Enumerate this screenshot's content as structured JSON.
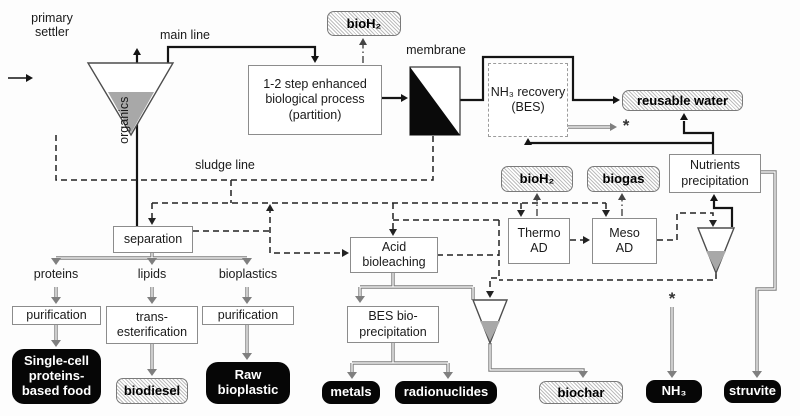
{
  "diagram": {
    "streams": {
      "main_line": "main line",
      "sludge_line": "sludge line",
      "organics": "organics",
      "asterisk": "*"
    },
    "units": {
      "primary_settler": "primary settler",
      "bio_process": "1-2 step enhanced biological process (partition)",
      "membrane": "membrane",
      "nh3_recovery": "NH₃ recovery (BES)",
      "nutrients_precipitation": "Nutrients precipitation",
      "thermo_ad": "Thermo\nAD",
      "meso_ad": "Meso\nAD",
      "acid_bioleaching": "Acid bioleaching",
      "bes_bioprecipitation": "BES bio-precipitation",
      "separation": "separation",
      "purification_proteins": "purification",
      "transesterification": "trans-esterification",
      "purification_bioplastics": "purification"
    },
    "intermediates": {
      "proteins": "proteins",
      "lipids": "lipids",
      "bioplastics": "bioplastics"
    },
    "products": {
      "bioh2_main": "bioH₂",
      "bioh2_ad": "bioH₂",
      "biogas": "biogas",
      "reusable_water": "reusable water",
      "single_cell_food": "Single-cell proteins-based food",
      "biodiesel": "biodiesel",
      "raw_bioplastic": "Raw bioplastic",
      "metals": "metals",
      "radionuclides": "radionuclides",
      "biochar": "biochar",
      "nh3": "NH₃",
      "struvite": "struvite"
    },
    "colors": {
      "line_black": "#141414",
      "line_gray": "#7f7f7f",
      "box_border": "#8c8c8c",
      "black_box_bg": "#060606",
      "hatch_line": "#bdbdbd",
      "settler_fill": "#a8a8a8"
    }
  }
}
